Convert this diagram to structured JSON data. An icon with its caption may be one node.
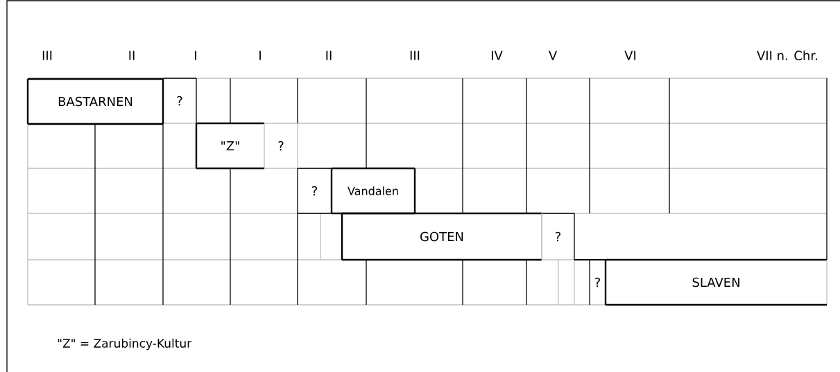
{
  "diagram": {
    "nodes": [
      {
        "text": [
          "BASTARNEN"
        ]
      },
      {
        "text": [
          "?"
        ]
      },
      {
        "text": [
          "\"Z\""
        ]
      },
      {
        "text": [
          "?"
        ]
      },
      {
        "text": [
          "?"
        ]
      },
      {
        "text": [
          "Vandalen"
        ]
      },
      {
        "text": [
          "GOTEN"
        ]
      },
      {
        "text": [
          "?"
        ]
      },
      {
        "text": [
          "?"
        ]
      },
      {
        "text": [
          "SLAVEN"
        ]
      }
    ],
    "labels": [
      "III",
      "II",
      "I",
      "I",
      "II",
      "III",
      "IV",
      "V",
      "VI",
      "VII n. Chr.",
      "\"Z\" = Zarubincy-Kultur"
    ]
  }
}
